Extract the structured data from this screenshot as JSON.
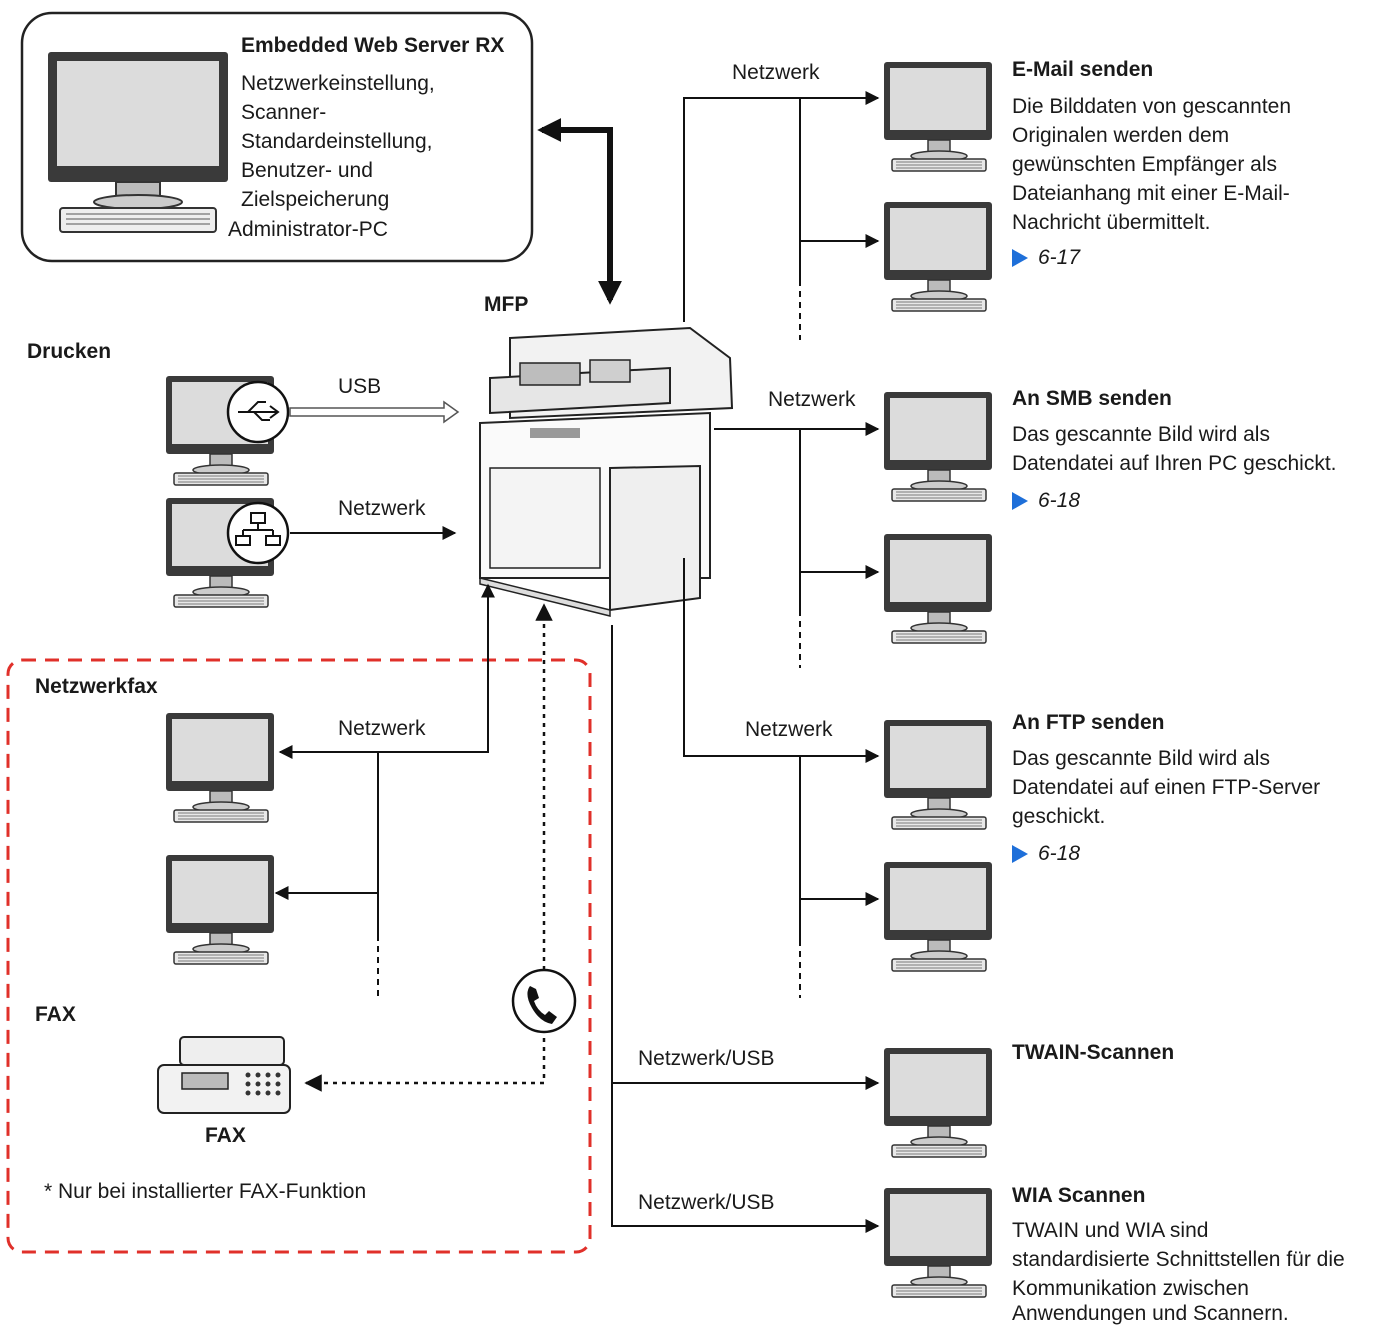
{
  "admin_box": {
    "title": "Embedded Web Server RX",
    "lines": [
      "Netzwerkeinstellung,",
      "Scanner-",
      "Standardeinstellung,",
      "Benutzer- und",
      "Zielspeicherung"
    ],
    "caption": "Administrator-PC"
  },
  "mfp_label": "MFP",
  "print": {
    "title": "Drucken",
    "usb_label": "USB",
    "network_label": "Netzwerk",
    "usb_icon": "usb-icon",
    "network_icon": "network-icon"
  },
  "netfax": {
    "title": "Netzwerkfax",
    "network_label": "Netzwerk",
    "fax_title": "FAX",
    "fax_device_label": "FAX",
    "phone_icon": "phone-icon",
    "note": "* Nur bei installierter FAX-Funktion"
  },
  "destinations": [
    {
      "key": "email",
      "line_label": "Netzwerk",
      "title": "E-Mail senden",
      "desc": [
        "Die Bilddaten von gescannten",
        "Originalen werden dem",
        "gewünschten Empfänger als",
        "Dateianhang mit einer E-Mail-",
        "Nachricht übermittelt."
      ],
      "ref": "6-17"
    },
    {
      "key": "smb",
      "line_label": "Netzwerk",
      "title": "An SMB senden",
      "desc": [
        "Das gescannte Bild wird als",
        "Datendatei auf Ihren PC geschickt."
      ],
      "ref": "6-18"
    },
    {
      "key": "ftp",
      "line_label": "Netzwerk",
      "title": "An FTP senden",
      "desc": [
        "Das gescannte Bild wird als",
        "Datendatei auf einen FTP-Server",
        "geschickt."
      ],
      "ref": "6-18"
    },
    {
      "key": "twain",
      "line_label": "Netzwerk/USB",
      "title": "TWAIN-Scannen",
      "desc": [],
      "ref": ""
    },
    {
      "key": "wia",
      "line_label": "Netzwerk/USB",
      "title": "WIA Scannen",
      "desc": [
        "TWAIN und WIA sind",
        "standardisierte Schnittstellen für die",
        "Kommunikation zwischen",
        "Anwendungen und Scannern."
      ],
      "ref": ""
    }
  ],
  "colors": {
    "line": "#111111",
    "dashed_box": "#e0302a",
    "ref_triangle": "#1e6fd9",
    "screen": "#dcdcdc"
  }
}
